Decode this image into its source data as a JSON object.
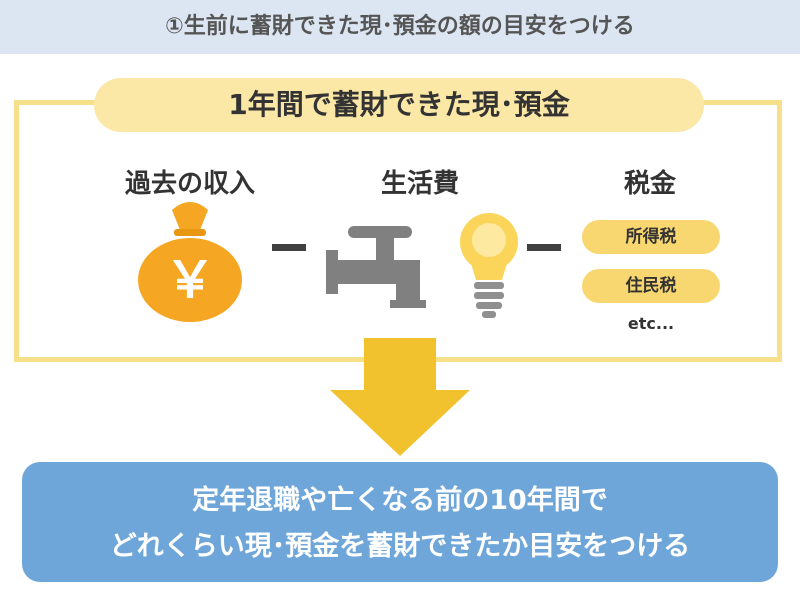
{
  "header": {
    "title": "①生前に蓄財できた現･預金の額の目安をつける"
  },
  "frame": {
    "title": "1年間で蓄財できた現･預金"
  },
  "columns": {
    "income": {
      "label": "過去の収入",
      "icon": "money-bag-icon",
      "symbol": "￥"
    },
    "living": {
      "label": "生活費",
      "icons": [
        "faucet-icon",
        "light-bulb-icon"
      ]
    },
    "tax": {
      "label": "税金",
      "items": [
        "所得税",
        "住民税"
      ],
      "etc": "etc..."
    }
  },
  "result": {
    "line1": "定年退職や亡くなる前の10年間で",
    "line2": "どれくらい現･預金を蓄財できたか目安をつける"
  },
  "colors": {
    "header_bg": "#dce6f2",
    "frame_border": "#f6e08a",
    "pill_bg": "#fbe7a6",
    "tax_pill": "#f9d770",
    "bag": "#f5a623",
    "arrow": "#f2c12e",
    "icon_gray": "#808080",
    "result_bg": "#6fa6d9"
  }
}
